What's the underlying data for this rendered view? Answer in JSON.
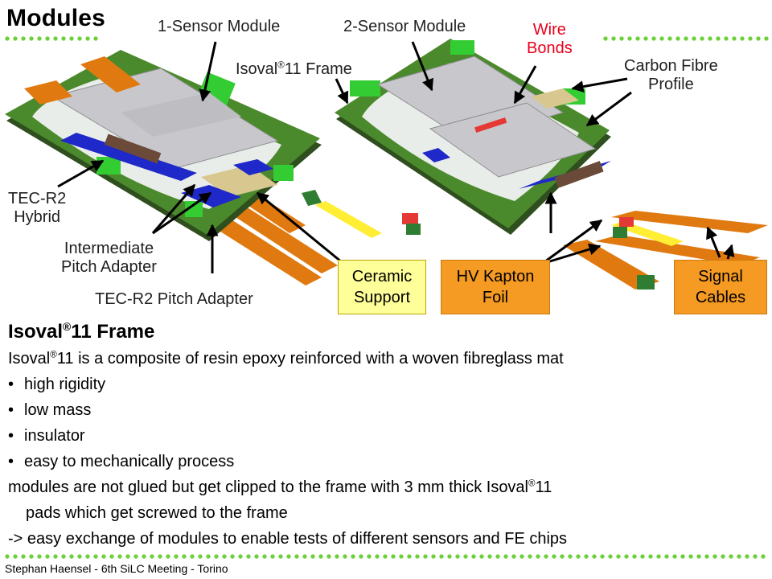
{
  "slide": {
    "title": "Modules",
    "footer": "Stephan Haensel - 6th SiLC Meeting - Torino"
  },
  "figure": {
    "labels": {
      "one_sensor": "1-Sensor Module",
      "two_sensor": "2-Sensor Module",
      "frame_pre": "Isoval",
      "frame_post": "11 Frame",
      "wire_bonds_1": "Wire",
      "wire_bonds_2": "Bonds",
      "carbon_1": "Carbon Fibre",
      "carbon_2": "Profile",
      "hybrid_1": "TEC-R2",
      "hybrid_2": "Hybrid",
      "ipa_1": "Intermediate",
      "ipa_2": "Pitch Adapter",
      "tec_pa": "TEC-R2 Pitch Adapter"
    },
    "boxes": {
      "ceramic_1": "Ceramic",
      "ceramic_2": "Support",
      "hv_1": "HV Kapton",
      "hv_2": "Foil",
      "signal_1": "Signal",
      "signal_2": "Cables"
    }
  },
  "content": {
    "heading_pre": "Isoval",
    "reg": "®",
    "heading_post": "11 Frame",
    "intro_pre": "Isoval",
    "intro_post": "11 is a composite of resin epoxy reinforced with a woven fibreglass mat",
    "bullets": [
      "high rigidity",
      "low mass",
      "insulator",
      "easy to mechanically process"
    ],
    "clip_pre": "modules are not glued but get clipped to the frame with 3 mm thick Isoval",
    "clip_post": "11",
    "clip_cont": "pads which get screwed to the frame",
    "exchange": "-> easy exchange of modules to enable tests of different sensors and FE chips"
  },
  "colors": {
    "accent_dots": "#6fcf3a",
    "wire_bonds_text": "#e8001c",
    "yellow_box": "#ffff99",
    "orange_box": "#f59a22"
  }
}
